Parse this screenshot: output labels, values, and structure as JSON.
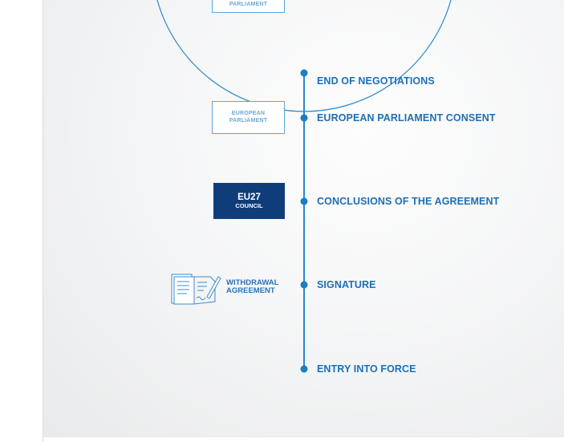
{
  "top_box": {
    "line2": "PARLIAMENT"
  },
  "steps": [
    {
      "label": "END OF NEGOTIATIONS"
    },
    {
      "label": "EUROPEAN PARLIAMENT CONSENT"
    },
    {
      "label": "CONCLUSIONS OF THE AGREEMENT"
    },
    {
      "label": "SIGNATURE"
    },
    {
      "label": "ENTRY INTO FORCE"
    }
  ],
  "ep_box": {
    "line1": "EUROPEAN",
    "line2": "PARLIAMENT"
  },
  "council_box": {
    "line1": "EU27",
    "line2": "COUNCIL"
  },
  "document": {
    "line1": "WITHDRAWAL",
    "line2": "AGREEMENT",
    "icon": "agreement-document-icon"
  },
  "colors": {
    "line": "#2b88c8",
    "label": "#1e6fb5",
    "council_fill": "#0e3d7a",
    "box_border": "#5da6da"
  }
}
